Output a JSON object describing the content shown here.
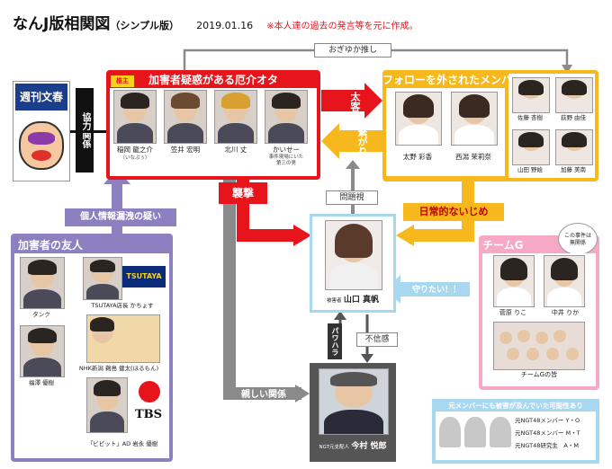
{
  "header": {
    "title": "なんJ版相関図",
    "title_suffix": "（シンプル版）",
    "date": "2019.01.16",
    "note": "※本人達の過去の発言等を元に作成。"
  },
  "top_link": "おぎゆか推し",
  "magazine": {
    "name": "週刊文春",
    "relation": "協力関係"
  },
  "perpetrators": {
    "title": "加害者疑惑がある厄介オタ",
    "badge": "椎主",
    "members": [
      {
        "name": "稲岡 龍之介",
        "note": "（いなぷぅ）"
      },
      {
        "name": "笠井 宏明",
        "note": ""
      },
      {
        "name": "北川 丈",
        "note": ""
      },
      {
        "name": "かいせー",
        "note": "事件現場にいた\n第三の男"
      }
    ]
  },
  "unfollowed": {
    "title": "フォローを外されたメンバー",
    "members": [
      "太野 彩香",
      "西潟 茉莉奈",
      "佐藤 杏樹",
      "荻野 由佳",
      "山田 野絵",
      "加藤 美南"
    ]
  },
  "arrows": {
    "futomo": "太客",
    "tsunagari": "繋がり",
    "shugeki": "襲撃",
    "mondaishi": "問題視",
    "ijime": "日常的ないじめ",
    "leak": "個人情報漏洩の疑い",
    "mamoritai": "守りたい！！",
    "pawahara": "パワハラ",
    "fushinkan": "不信感",
    "shitashii": "親しい関係"
  },
  "victim": {
    "prefix": "被害者",
    "name": "山口 真帆"
  },
  "team_g": {
    "title": "チームG",
    "bubble": "この事件は\n無関係",
    "members": [
      "菅原 りこ",
      "中井 りか"
    ],
    "group_label": "チームGの皆"
  },
  "friends": {
    "title": "加害者の友人",
    "members": [
      {
        "name": "タンク"
      },
      {
        "name": "TSUTAYA店長 かちょす",
        "logo": "TSUTAYA"
      },
      {
        "name": "福澤 優樹"
      },
      {
        "name": "NHK新潟 鵜島 健太(ほるもん)"
      },
      {
        "name": "「ビビット」AD 岩永 優樹",
        "logo": "TBS"
      }
    ]
  },
  "manager": {
    "prefix": "NGT元支配人",
    "name": "今村 悦郎"
  },
  "possible_victims": {
    "title": "元メンバーにも被害が及んでいた可能性あり",
    "lines": [
      "元NGT48メンバー Y・O",
      "元NGT48メンバー M・T",
      "元NGT48研究生　A・M"
    ]
  },
  "colors": {
    "red": "#e8141c",
    "yellow": "#f6b81c",
    "purple": "#8c80c0",
    "pink": "#f6a8c4",
    "blue": "#a8d8f0",
    "gray": "#8a8a8a"
  }
}
